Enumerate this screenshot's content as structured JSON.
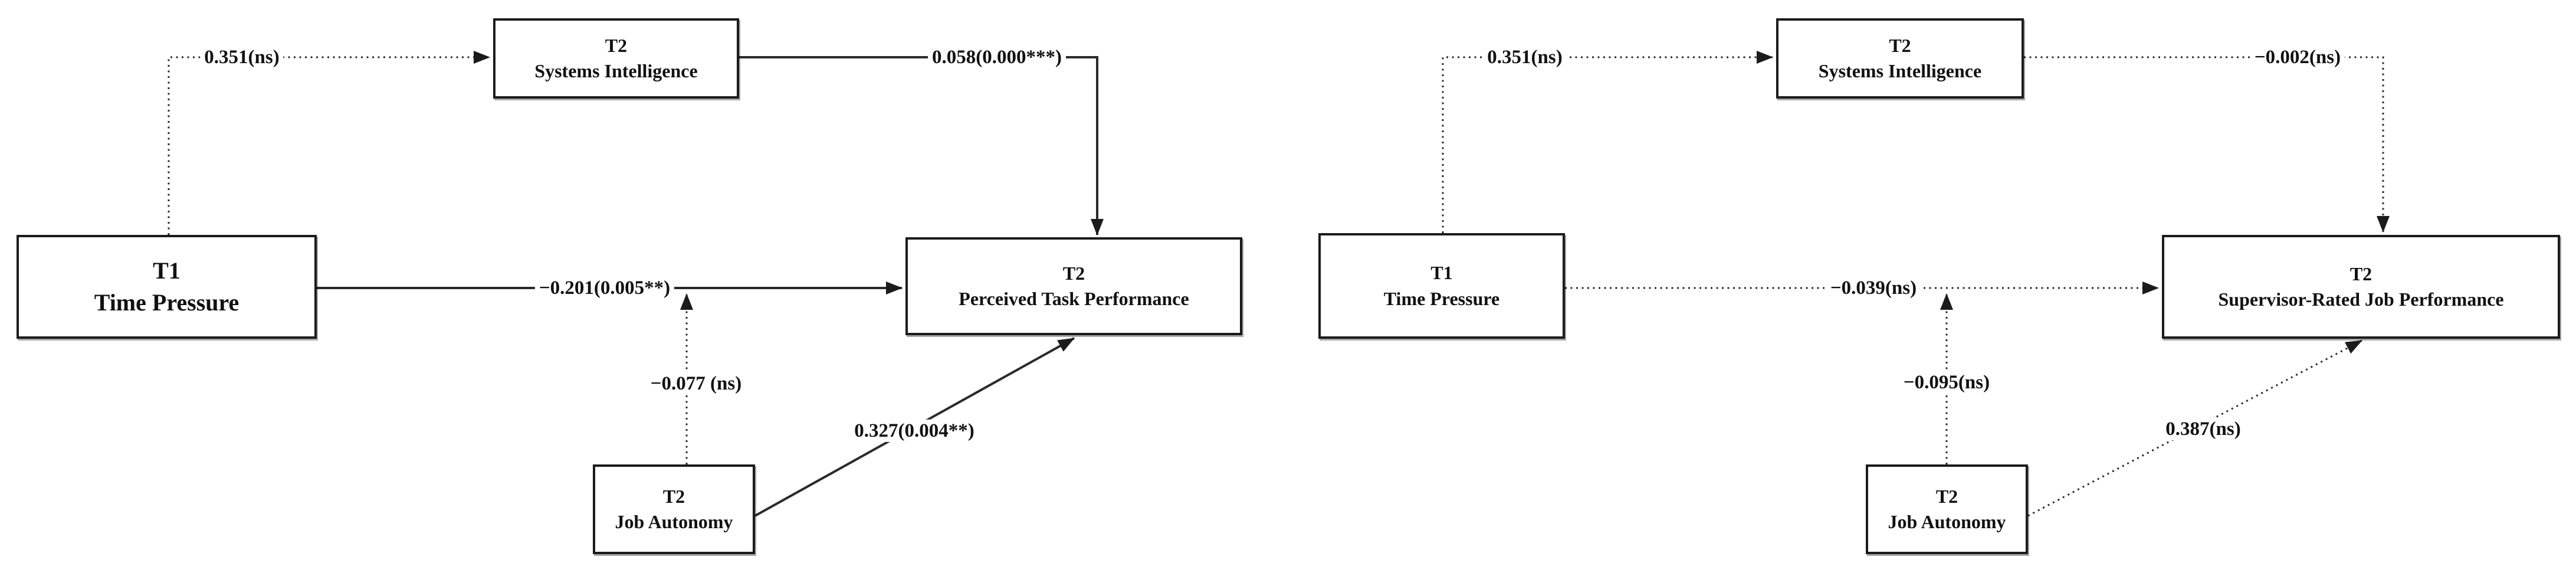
{
  "figure": {
    "background_color": "#ffffff",
    "line_color": "#2a2a2a",
    "box_border_color": "#1b1b1b",
    "legend_hint": "dotted = non-significant path, solid = significant path"
  },
  "diagrams": [
    {
      "side": "left",
      "nodes": {
        "time_pressure": {
          "tag": "T1",
          "label": "Time Pressure"
        },
        "systems_intelligence": {
          "tag": "T2",
          "label": "Systems Intelligence"
        },
        "outcome": {
          "tag": "T2",
          "label": "Perceived Task Performance"
        },
        "job_autonomy": {
          "tag": "T2",
          "label": "Job Autonomy"
        }
      },
      "edges": {
        "tp_si": {
          "label": "0.351(ns)",
          "style": "dotted"
        },
        "si_outcome": {
          "label": "0.058(0.000***)",
          "style": "solid"
        },
        "tp_outcome": {
          "label": "−0.201(0.005**)",
          "style": "solid"
        },
        "ja_moderation": {
          "label": "−0.077 (ns)",
          "style": "dotted"
        },
        "ja_outcome": {
          "label": "0.327(0.004**)",
          "style": "solid"
        }
      }
    },
    {
      "side": "right",
      "nodes": {
        "time_pressure": {
          "tag": "T1",
          "label": "Time Pressure"
        },
        "systems_intelligence": {
          "tag": "T2",
          "label": "Systems Intelligence"
        },
        "outcome": {
          "tag": "T2",
          "label": "Supervisor-Rated Job Performance"
        },
        "job_autonomy": {
          "tag": "T2",
          "label": "Job Autonomy"
        }
      },
      "edges": {
        "tp_si": {
          "label": "0.351(ns)",
          "style": "dotted"
        },
        "si_outcome": {
          "label": "−0.002(ns)",
          "style": "dotted"
        },
        "tp_outcome": {
          "label": "−0.039(ns)",
          "style": "dotted"
        },
        "ja_moderation": {
          "label": "−0.095(ns)",
          "style": "dotted"
        },
        "ja_outcome": {
          "label": "0.387(ns)",
          "style": "dotted"
        }
      }
    }
  ]
}
